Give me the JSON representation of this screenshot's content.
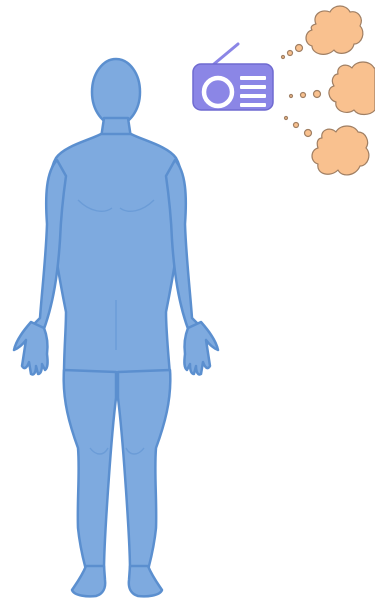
{
  "scene": {
    "elements": [
      {
        "name": "human-body-figure",
        "icon": "human-body-icon"
      },
      {
        "name": "radio",
        "icon": "radio-icon"
      },
      {
        "name": "thought-cloud",
        "icon": "cloud-icon",
        "count": 3
      }
    ],
    "colors": {
      "body_fill": "#7eaadf",
      "body_outline": "#5b8fcf",
      "radio_fill": "#8b86e6",
      "radio_outline": "#6f6ad0",
      "cloud_fill": "#f9c18f",
      "cloud_outline": "#a07f63",
      "background": "#ffffff"
    }
  }
}
